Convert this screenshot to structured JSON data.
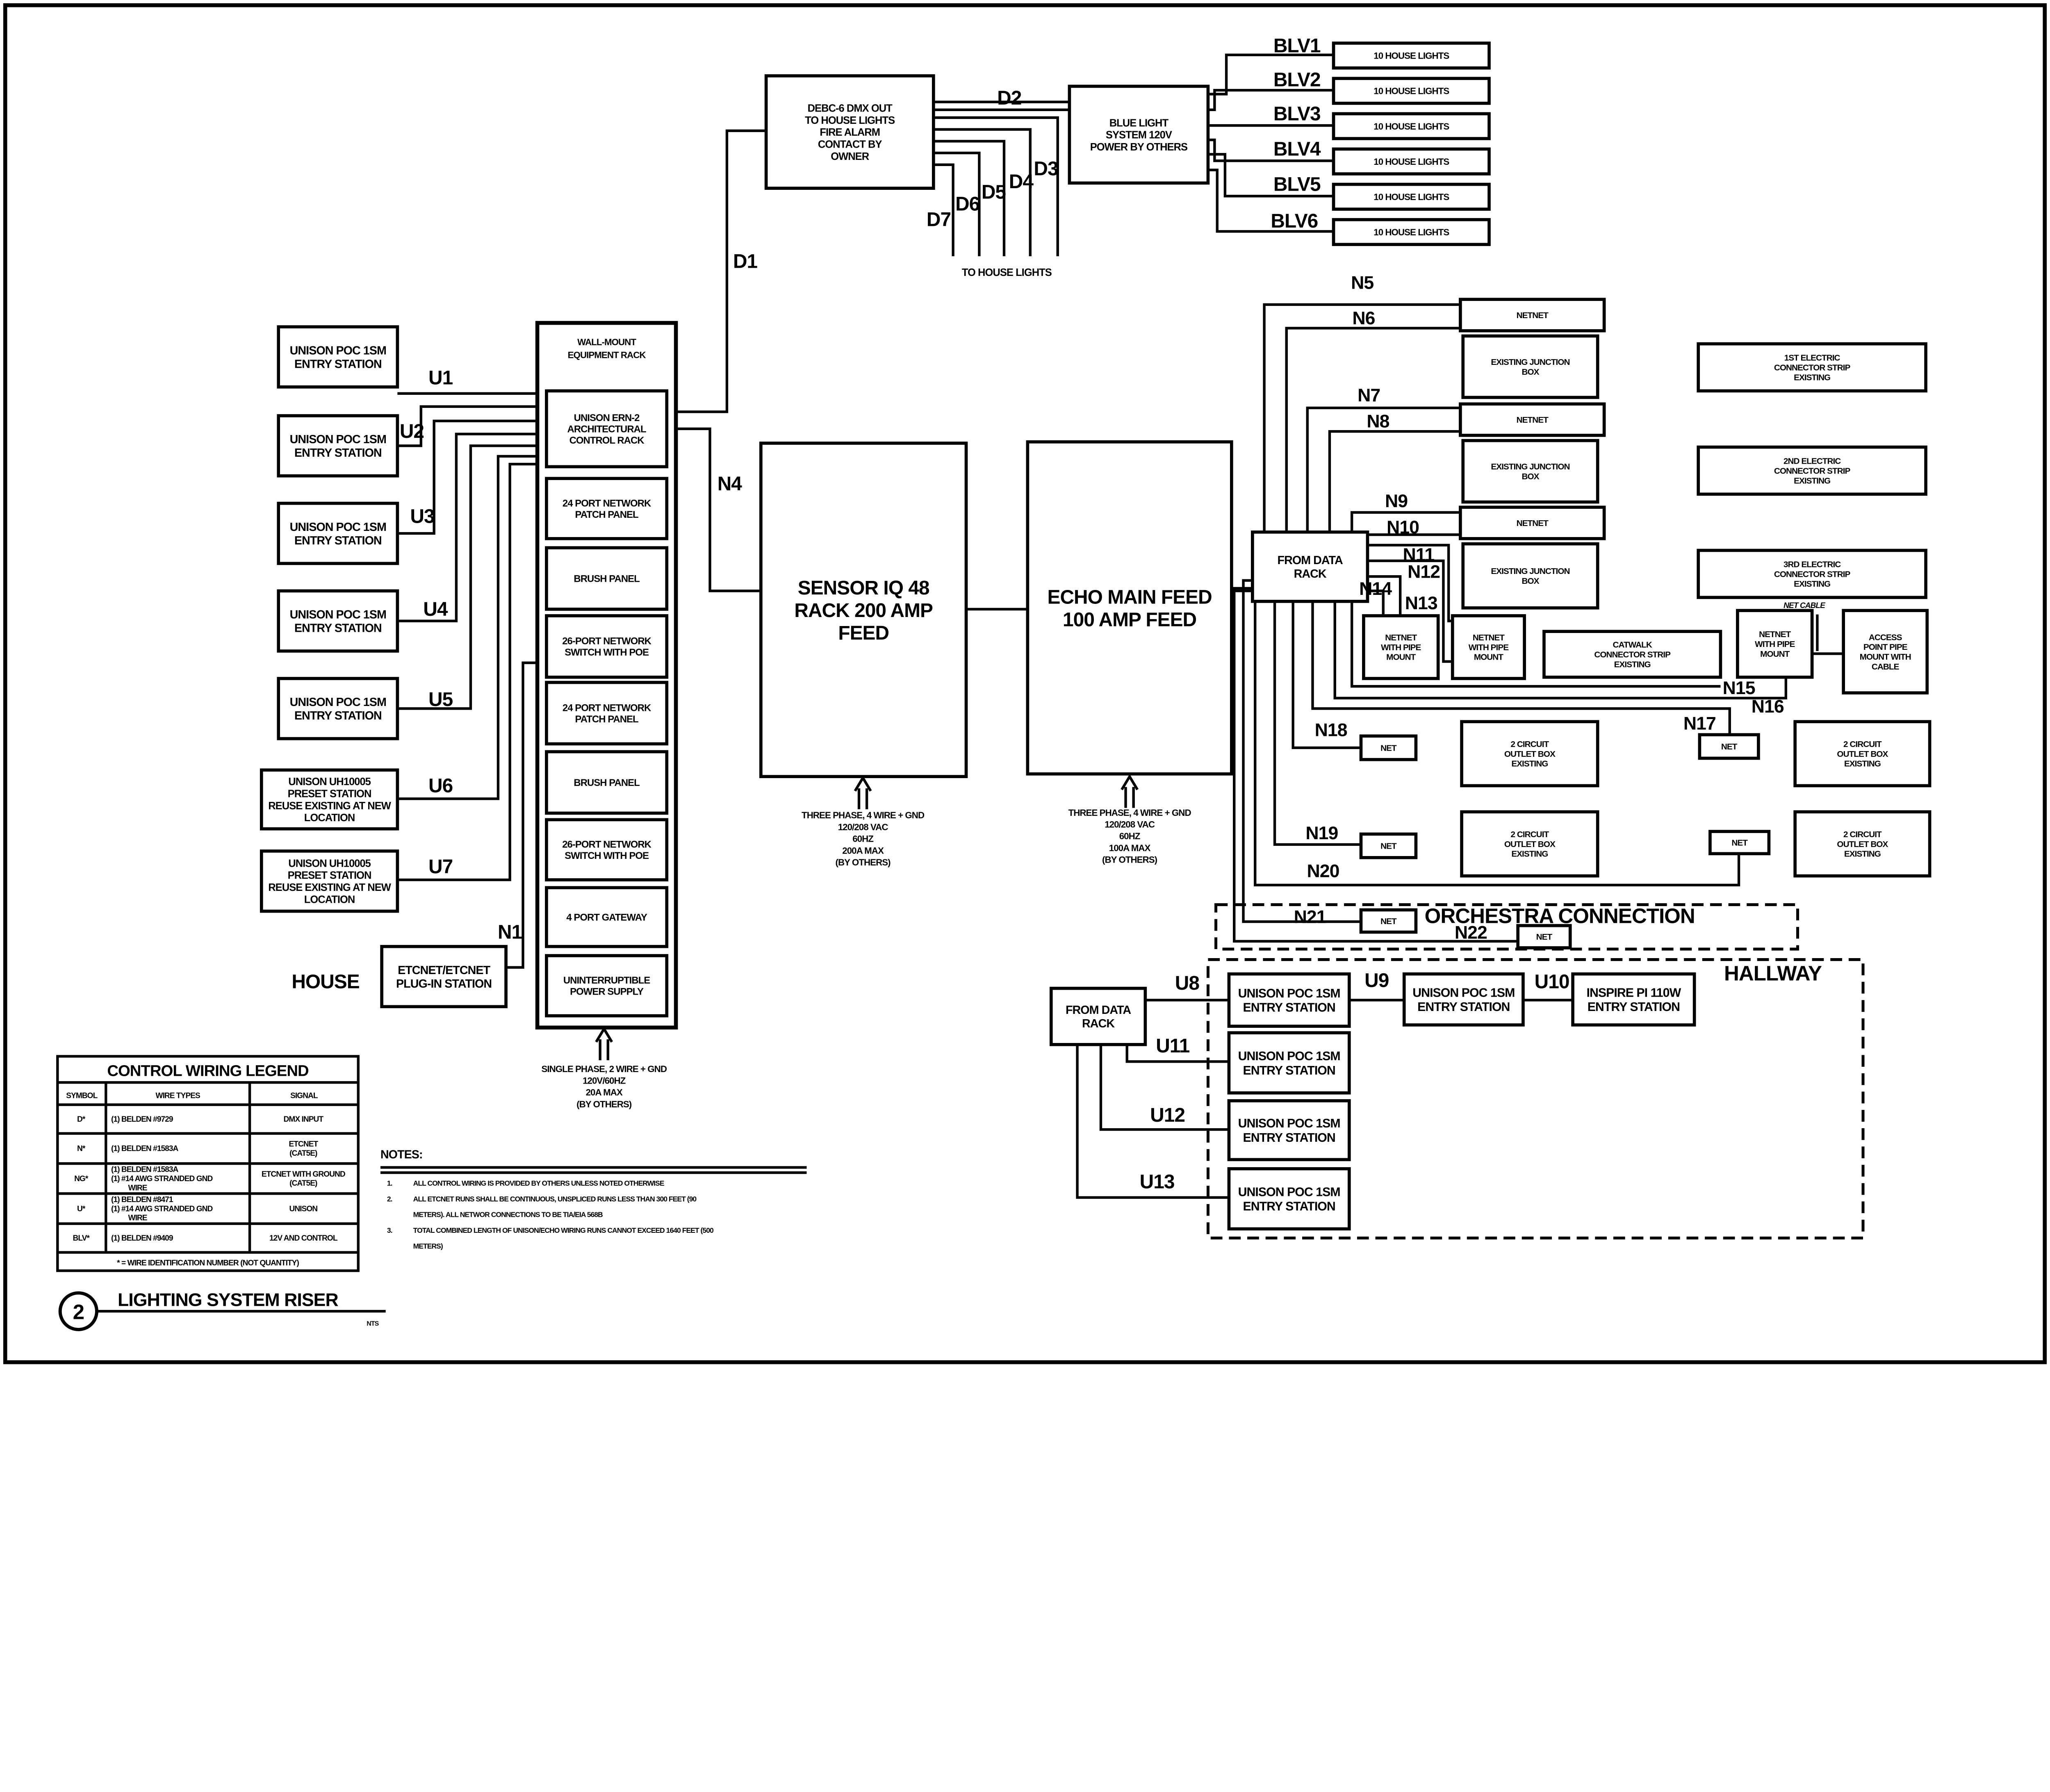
{
  "title": {
    "number": "2",
    "text": "LIGHTING SYSTEM RISER",
    "scale": "NTS"
  },
  "rack_title": [
    "WALL-MOUNT",
    "EQUIPMENT RACK"
  ],
  "boxes": [
    {
      "id": "dmx",
      "lines": [
        "DEBC-6 DMX OUT",
        "TO HOUSE LIGHTS",
        "FIRE ALARM",
        "CONTACT BY",
        "OWNER"
      ]
    },
    {
      "id": "bluelight",
      "lines": [
        "BLUE LIGHT",
        "SYSTEM 120V",
        "POWER BY OTHERS"
      ]
    },
    {
      "id": "hl1",
      "lines": [
        "10 HOUSE LIGHTS"
      ]
    },
    {
      "id": "hl2",
      "lines": [
        "10 HOUSE LIGHTS"
      ]
    },
    {
      "id": "hl3",
      "lines": [
        "10 HOUSE LIGHTS"
      ]
    },
    {
      "id": "hl4",
      "lines": [
        "10 HOUSE LIGHTS"
      ]
    },
    {
      "id": "hl5",
      "lines": [
        "10 HOUSE LIGHTS"
      ]
    },
    {
      "id": "hl6",
      "lines": [
        "10 HOUSE LIGHTS"
      ]
    },
    {
      "id": "ern",
      "lines": [
        "UNISON ERN-2",
        "ARCHITECTURAL",
        "CONTROL RACK"
      ]
    },
    {
      "id": "patch1",
      "lines": [
        "24 PORT NETWORK",
        "PATCH PANEL"
      ]
    },
    {
      "id": "brush1",
      "lines": [
        "BRUSH PANEL"
      ]
    },
    {
      "id": "switch1",
      "lines": [
        "26-PORT NETWORK",
        "SWITCH WITH POE"
      ]
    },
    {
      "id": "patch2",
      "lines": [
        "24 PORT NETWORK",
        "PATCH PANEL"
      ]
    },
    {
      "id": "brush2",
      "lines": [
        "BRUSH PANEL"
      ]
    },
    {
      "id": "switch2",
      "lines": [
        "26-PORT NETWORK",
        "SWITCH WITH POE"
      ]
    },
    {
      "id": "gateway",
      "lines": [
        "4 PORT GATEWAY"
      ]
    },
    {
      "id": "ups",
      "lines": [
        "UNINTERRUPTIBLE",
        "POWER SUPPLY"
      ]
    },
    {
      "id": "st1",
      "lines": [
        "UNISON POC 1SM",
        "ENTRY STATION"
      ]
    },
    {
      "id": "st2",
      "lines": [
        "UNISON POC 1SM",
        "ENTRY STATION"
      ]
    },
    {
      "id": "st3",
      "lines": [
        "UNISON POC 1SM",
        "ENTRY STATION"
      ]
    },
    {
      "id": "st4",
      "lines": [
        "UNISON POC 1SM",
        "ENTRY STATION"
      ]
    },
    {
      "id": "st5",
      "lines": [
        "UNISON POC 1SM",
        "ENTRY STATION"
      ]
    },
    {
      "id": "preset1",
      "lines": [
        "UNISON UH10005",
        "PRESET STATION",
        "REUSE EXISTING AT NEW",
        "LOCATION"
      ]
    },
    {
      "id": "preset2",
      "lines": [
        "UNISON UH10005",
        "PRESET STATION",
        "REUSE EXISTING AT NEW",
        "LOCATION"
      ]
    },
    {
      "id": "etcnet",
      "lines": [
        "ETCNET/ETCNET",
        "PLUG-IN STATION"
      ]
    },
    {
      "id": "sensor",
      "lines": [
        "SENSOR IQ 48",
        "RACK 200 AMP",
        "FEED"
      ]
    },
    {
      "id": "echo",
      "lines": [
        "ECHO MAIN FEED",
        "100 AMP FEED"
      ]
    },
    {
      "id": "fdr1",
      "lines": [
        "FROM DATA",
        "RACK"
      ]
    },
    {
      "id": "netnet1",
      "lines": [
        "NETNET"
      ]
    },
    {
      "id": "jb1",
      "lines": [
        "EXISTING JUNCTION",
        "BOX"
      ]
    },
    {
      "id": "netnet2",
      "lines": [
        "NETNET"
      ]
    },
    {
      "id": "jb2",
      "lines": [
        "EXISTING JUNCTION",
        "BOX"
      ]
    },
    {
      "id": "netnet3",
      "lines": [
        "NETNET"
      ]
    },
    {
      "id": "jb3",
      "lines": [
        "EXISTING JUNCTION",
        "BOX"
      ]
    },
    {
      "id": "strip1",
      "lines": [
        "1ST ELECTRIC",
        "CONNECTOR STRIP",
        "EXISTING"
      ]
    },
    {
      "id": "strip2",
      "lines": [
        "2ND ELECTRIC",
        "CONNECTOR STRIP",
        "EXISTING"
      ]
    },
    {
      "id": "strip3",
      "lines": [
        "3RD ELECTRIC",
        "CONNECTOR STRIP",
        "EXISTING"
      ]
    },
    {
      "id": "pm1",
      "lines": [
        "NETNET",
        "WITH PIPE",
        "MOUNT"
      ]
    },
    {
      "id": "pm2",
      "lines": [
        "NETNET",
        "WITH PIPE",
        "MOUNT"
      ]
    },
    {
      "id": "catwalk",
      "lines": [
        "CATWALK",
        "CONNECTOR STRIP",
        "EXISTING"
      ]
    },
    {
      "id": "pm3",
      "lines": [
        "NETNET",
        "WITH PIPE",
        "MOUNT"
      ]
    },
    {
      "id": "access",
      "lines": [
        "ACCESS",
        "POINT PIPE",
        "MOUNT WITH",
        "CABLE"
      ]
    },
    {
      "id": "net18",
      "lines": [
        "NET"
      ]
    },
    {
      "id": "net17",
      "lines": [
        "NET"
      ]
    },
    {
      "id": "net19",
      "lines": [
        "NET"
      ]
    },
    {
      "id": "net20",
      "lines": [
        "NET"
      ]
    },
    {
      "id": "net21",
      "lines": [
        "NET"
      ]
    },
    {
      "id": "net22",
      "lines": [
        "NET"
      ]
    },
    {
      "id": "out1",
      "lines": [
        "2 CIRCUIT",
        "OUTLET BOX",
        "EXISTING"
      ]
    },
    {
      "id": "out2",
      "lines": [
        "2 CIRCUIT",
        "OUTLET BOX",
        "EXISTING"
      ]
    },
    {
      "id": "out3",
      "lines": [
        "2 CIRCUIT",
        "OUTLET BOX",
        "EXISTING"
      ]
    },
    {
      "id": "out4",
      "lines": [
        "2 CIRCUIT",
        "OUTLET BOX",
        "EXISTING"
      ]
    },
    {
      "id": "fdr2",
      "lines": [
        "FROM DATA",
        "RACK"
      ]
    },
    {
      "id": "h8",
      "lines": [
        "UNISON POC 1SM",
        "ENTRY STATION"
      ]
    },
    {
      "id": "h11",
      "lines": [
        "UNISON POC 1SM",
        "ENTRY STATION"
      ]
    },
    {
      "id": "h12",
      "lines": [
        "UNISON POC 1SM",
        "ENTRY STATION"
      ]
    },
    {
      "id": "h13",
      "lines": [
        "UNISON POC 1SM",
        "ENTRY STATION"
      ]
    },
    {
      "id": "h9",
      "lines": [
        "UNISON POC 1SM",
        "ENTRY STATION"
      ]
    },
    {
      "id": "h10",
      "lines": [
        "INSPIRE PI 110W",
        "ENTRY STATION"
      ]
    }
  ],
  "labels": {
    "blv1": "BLV1",
    "blv2": "BLV2",
    "blv3": "BLV3",
    "blv4": "BLV4",
    "blv5": "BLV5",
    "blv6": "BLV6",
    "d1": "D1",
    "d2": "D2",
    "d3": "D3",
    "d4": "D4",
    "d5": "D5",
    "d6": "D6",
    "d7": "D7",
    "to_house_lights": "TO HOUSE LIGHTS",
    "u1": "U1",
    "u2": "U2",
    "u3": "U3",
    "u4": "U4",
    "u5": "U5",
    "u6": "U6",
    "u7": "U7",
    "u8": "U8",
    "u9": "U9",
    "u10": "U10",
    "u11": "U11",
    "u12": "U12",
    "u13": "U13",
    "n1": "N1",
    "n4": "N4",
    "n5": "N5",
    "n6": "N6",
    "n7": "N7",
    "n8": "N8",
    "n9": "N9",
    "n10": "N10",
    "n11": "N11",
    "n12": "N12",
    "n13": "N13",
    "n14": "N14",
    "n15": "N15",
    "n16": "N16",
    "n17": "N17",
    "n18": "N18",
    "n19": "N19",
    "n20": "N20",
    "n21": "N21",
    "n22": "N22",
    "house": "HOUSE",
    "orchestra": "ORCHESTRA CONNECTION",
    "hallway": "HALLWAY",
    "net_cable": "NET CABLE"
  },
  "power_feeds": [
    {
      "id": "rack",
      "lines": [
        "SINGLE PHASE, 2 WIRE + GND",
        "120V/60HZ",
        "20A MAX",
        "(BY OTHERS)"
      ]
    },
    {
      "id": "sensor",
      "lines": [
        "THREE PHASE, 4 WIRE + GND",
        "120/208 VAC",
        "60HZ",
        "200A MAX",
        "(BY OTHERS)"
      ]
    },
    {
      "id": "echo",
      "lines": [
        "THREE PHASE, 4 WIRE + GND",
        "120/208 VAC",
        "60HZ",
        "100A MAX",
        "(BY OTHERS)"
      ]
    }
  ],
  "legend": {
    "title": "CONTROL WIRING LEGEND",
    "headers": [
      "SYMBOL",
      "WIRE TYPES",
      "SIGNAL"
    ],
    "rows": [
      {
        "symbol": "D*",
        "wire_types": [
          "(1) BELDEN #9729"
        ],
        "signal": [
          "DMX INPUT"
        ]
      },
      {
        "symbol": "N*",
        "wire_types": [
          "(1) BELDEN #1583A"
        ],
        "signal": [
          "ETCNET",
          "(CAT5E)"
        ]
      },
      {
        "symbol": "NG*",
        "wire_types": [
          "(1) BELDEN #1583A",
          "(1) #14 AWG STRANDED GND",
          "WIRE"
        ],
        "signal": [
          "ETCNET WITH GROUND",
          "(CAT5E)"
        ]
      },
      {
        "symbol": "U*",
        "wire_types": [
          "(1) BELDEN #8471",
          "(1) #14 AWG STRANDED GND",
          "WIRE"
        ],
        "signal": [
          "UNISON"
        ]
      },
      {
        "symbol": "BLV*",
        "wire_types": [
          "(1) BELDEN #9409"
        ],
        "signal": [
          "12V AND CONTROL"
        ]
      }
    ],
    "footnote": "* = WIRE IDENTIFICATION NUMBER (NOT QUANTITY)"
  },
  "notes": {
    "heading": "NOTES:",
    "items": [
      {
        "number": "1.",
        "lines": [
          "ALL CONTROL WIRING IS PROVIDED BY OTHERS UNLESS NOTED OTHERWISE"
        ]
      },
      {
        "number": "2.",
        "lines": [
          "ALL ETCNET RUNS SHALL BE CONTINUOUS, UNSPLICED RUNS LESS THAN 300 FEET (90",
          "METERS). ALL NETWOR CONNECTIONS TO BE TIA/EIA 568B"
        ]
      },
      {
        "number": "3.",
        "lines": [
          "TOTAL COMBINED LENGTH OF UNISON/ECHO WIRING RUNS CANNOT EXCEED 1640 FEET (500",
          "METERS)"
        ]
      }
    ]
  }
}
